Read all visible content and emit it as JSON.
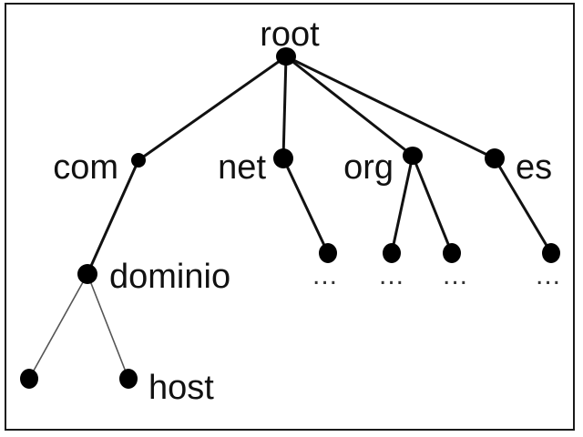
{
  "tree": {
    "root": "root",
    "tlds": [
      "com",
      "net",
      "org",
      "es"
    ],
    "second_level": "dominio",
    "host": "host",
    "ellipsis": "..."
  },
  "colors": {
    "line": "#111111",
    "thin_line": "#555555",
    "node": "#000000",
    "border": "#1a1a1a"
  }
}
